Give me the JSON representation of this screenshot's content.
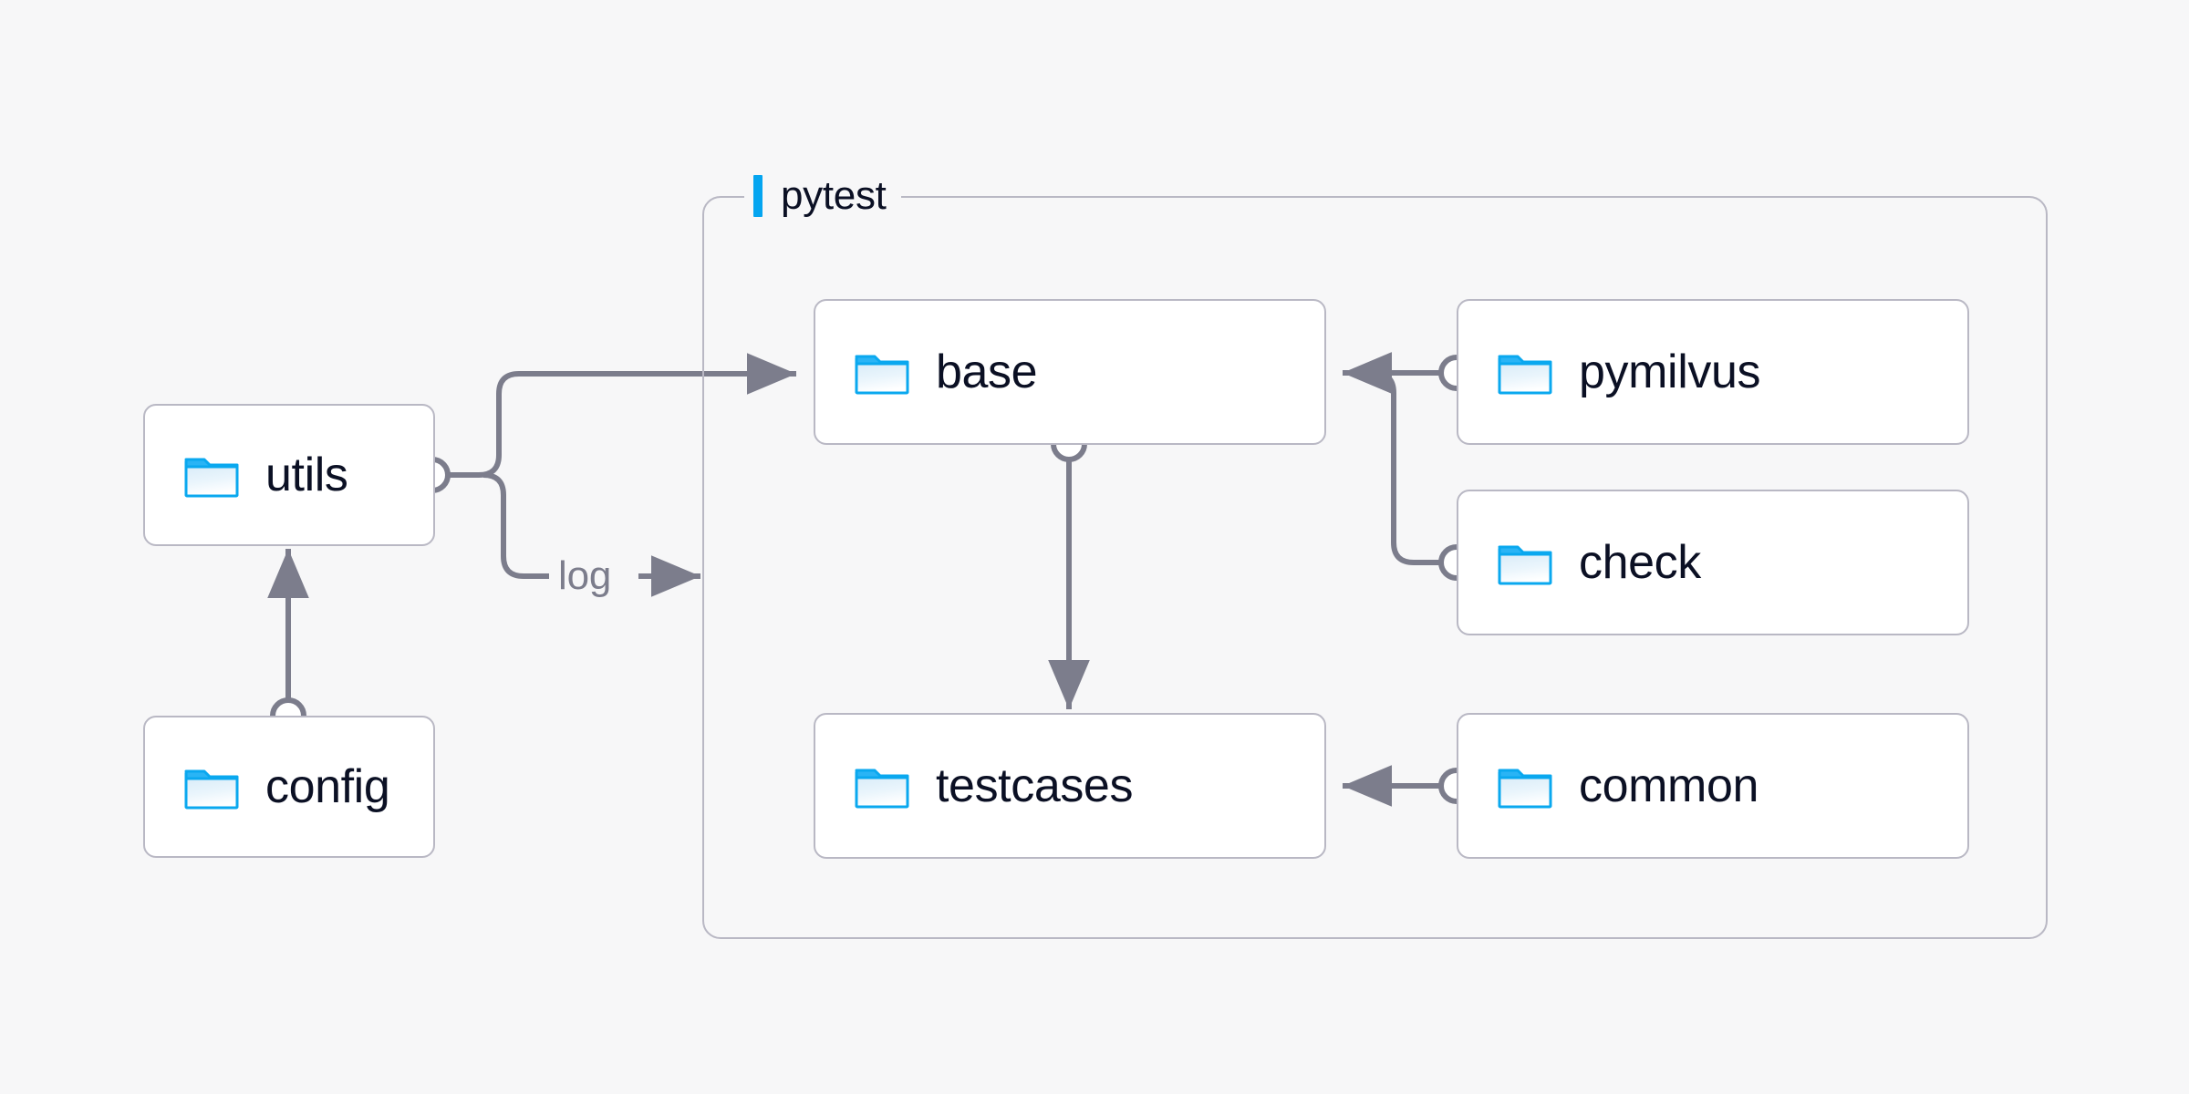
{
  "diagram": {
    "background_color": "#f7f7f8",
    "accent_color": "#05a5f0",
    "node_border_color": "#b9b8c4",
    "edge_color": "#7c7d8c",
    "text_color": "#0b1024",
    "group": {
      "title": "pytest",
      "title_marker": "accent-bar"
    },
    "nodes": [
      {
        "id": "utils",
        "label": "utils",
        "icon": "folder-icon"
      },
      {
        "id": "config",
        "label": "config",
        "icon": "folder-icon"
      },
      {
        "id": "base",
        "label": "base",
        "icon": "folder-icon"
      },
      {
        "id": "testcases",
        "label": "testcases",
        "icon": "folder-icon"
      },
      {
        "id": "pymilvus",
        "label": "pymilvus",
        "icon": "folder-icon"
      },
      {
        "id": "check",
        "label": "check",
        "icon": "folder-icon"
      },
      {
        "id": "common",
        "label": "common",
        "icon": "folder-icon"
      }
    ],
    "edges": [
      {
        "from": "config",
        "to": "utils",
        "label": ""
      },
      {
        "from": "utils",
        "to": "base",
        "label": ""
      },
      {
        "from": "utils",
        "to": "pytest",
        "label": "log"
      },
      {
        "from": "base",
        "to": "testcases",
        "label": ""
      },
      {
        "from": "pymilvus",
        "to": "base",
        "label": ""
      },
      {
        "from": "check",
        "to": "base",
        "label": ""
      },
      {
        "from": "common",
        "to": "testcases",
        "label": ""
      }
    ],
    "edge_labels": {
      "log": "log"
    }
  }
}
